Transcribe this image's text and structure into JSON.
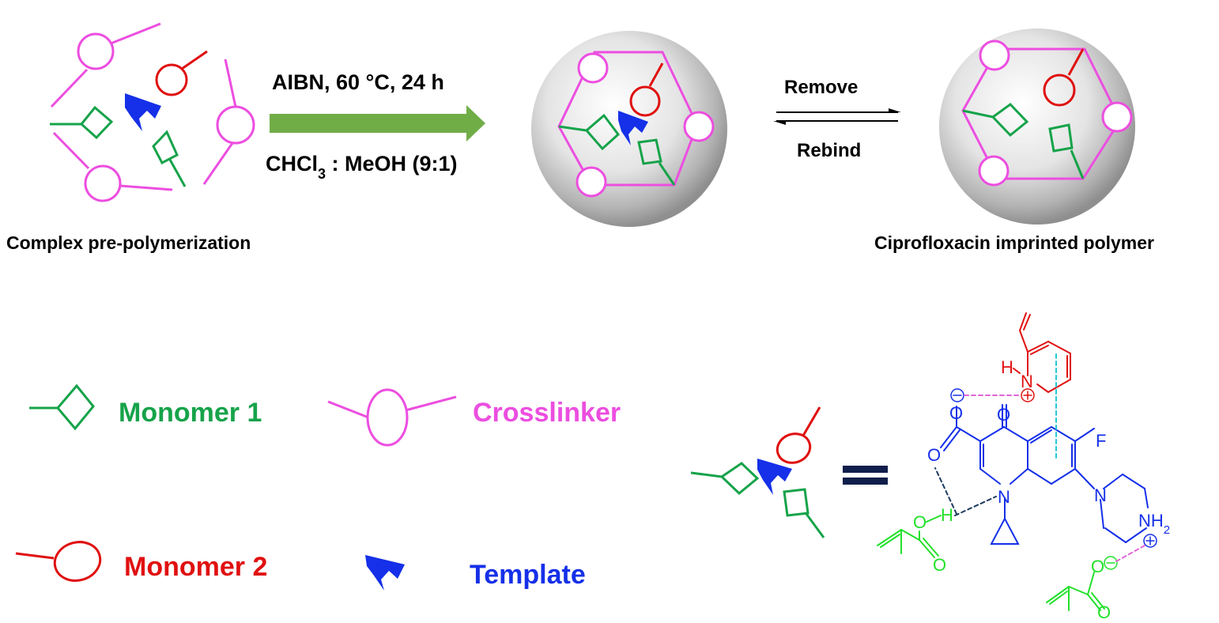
{
  "reaction": {
    "conditions_top": "AIBN, 60 °C, 24 h",
    "conditions_bottom_prefix": "CHCl",
    "conditions_bottom_sub": "3",
    "conditions_bottom_suffix": " : MeOH (9:1)",
    "equilibrium_forward": "Remove",
    "equilibrium_reverse": "Rebind"
  },
  "captions": {
    "left": "Complex pre-polymerization",
    "right": "Ciprofloxacin imprinted polymer"
  },
  "legend": {
    "monomer1": "Monomer 1",
    "crosslinker": "Crosslinker",
    "monomer2": "Monomer 2",
    "template": "Template"
  },
  "structure_labels": {
    "F": "F",
    "N": "N",
    "O": "O",
    "H": "H",
    "NH": "NH",
    "sub2": "2",
    "plus": "+",
    "minus": "−"
  },
  "colors": {
    "monomer1": "#16a34a",
    "crosslinker": "#ec4ee0",
    "monomer2": "#e01010",
    "template": "#1530e8",
    "arrow": "#70ad47",
    "acid": "#22e02a",
    "hbond": "#1e3a5f",
    "pistack": "#22c7d6",
    "ionic": "#e066d8"
  }
}
